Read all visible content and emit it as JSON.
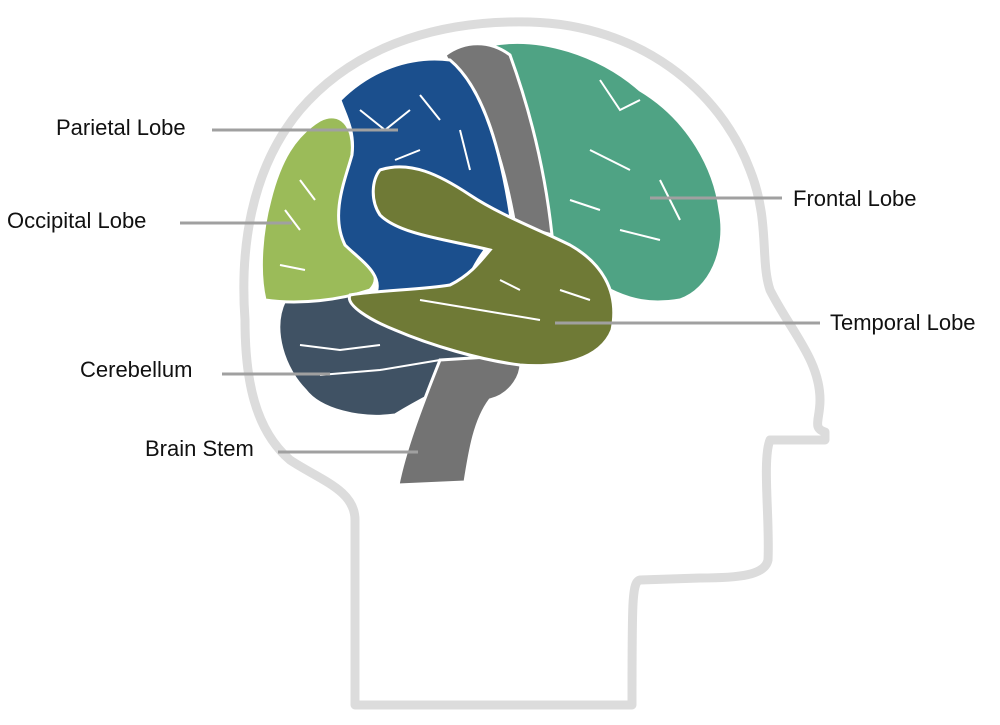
{
  "labels": {
    "parietal": "Parietal Lobe",
    "occipital": "Occipital Lobe",
    "cerebellum": "Cerebellum",
    "brain_stem": "Brain Stem",
    "frontal": "Frontal Lobe",
    "temporal": "Temporal Lobe"
  },
  "colors": {
    "parietal": "#1b4f8d",
    "occipital": "#9bbb59",
    "frontal": "#4fa384",
    "temporal": "#6f7a36",
    "cerebellum": "#405264",
    "brain_stem": "#737373",
    "motor_strip": "#767676",
    "head_outline": "#dcdcdc",
    "leader_line": "#a0a0a0"
  }
}
